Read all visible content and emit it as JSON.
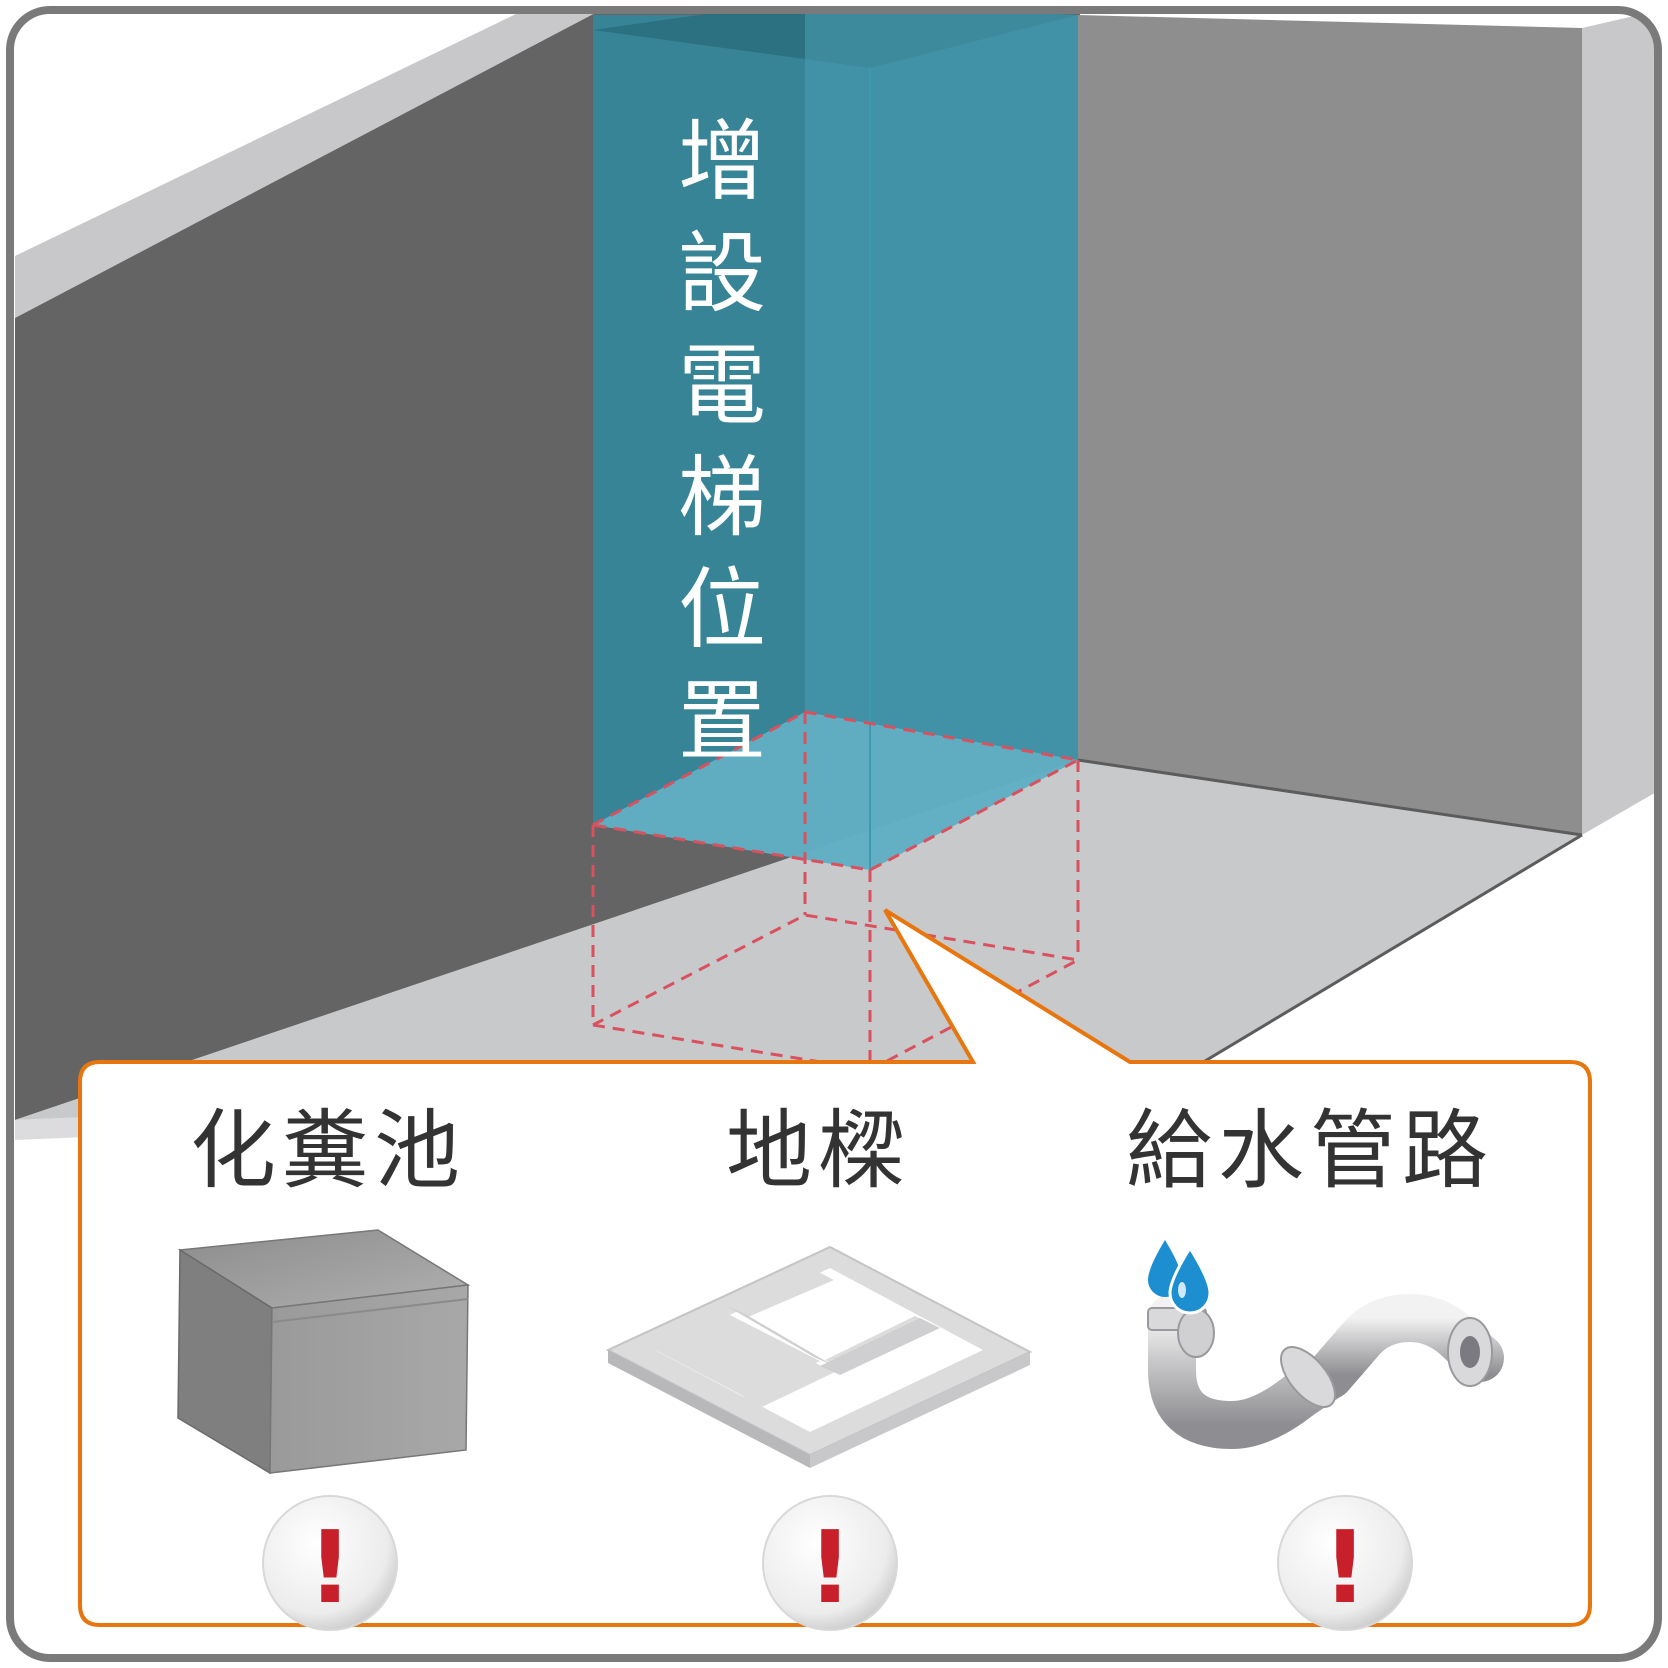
{
  "shaft": {
    "label_chars": [
      "增",
      "設",
      "電",
      "梯",
      "位",
      "置"
    ],
    "color": "#2f8aa0"
  },
  "callout": {
    "border_color": "#e8760f",
    "items": [
      {
        "label": "化糞池",
        "icon": "septic-tank-icon",
        "warning_icon": "exclamation-icon",
        "warning_symbol": "!"
      },
      {
        "label": "地樑",
        "icon": "ground-beam-grid-icon",
        "warning_icon": "exclamation-icon",
        "warning_symbol": "!"
      },
      {
        "label": "給水管路",
        "icon": "water-pipe-icon",
        "warning_icon": "exclamation-icon",
        "warning_symbol": "!"
      }
    ]
  },
  "colors": {
    "frame": "#7a7a7a",
    "left_wall": "#646464",
    "back_wall": "#8e8e8e",
    "floor": "#c8c9cb",
    "dashed_outline": "#d9505e",
    "warning": "#c8202a",
    "water_drop": "#1d8fd0"
  }
}
